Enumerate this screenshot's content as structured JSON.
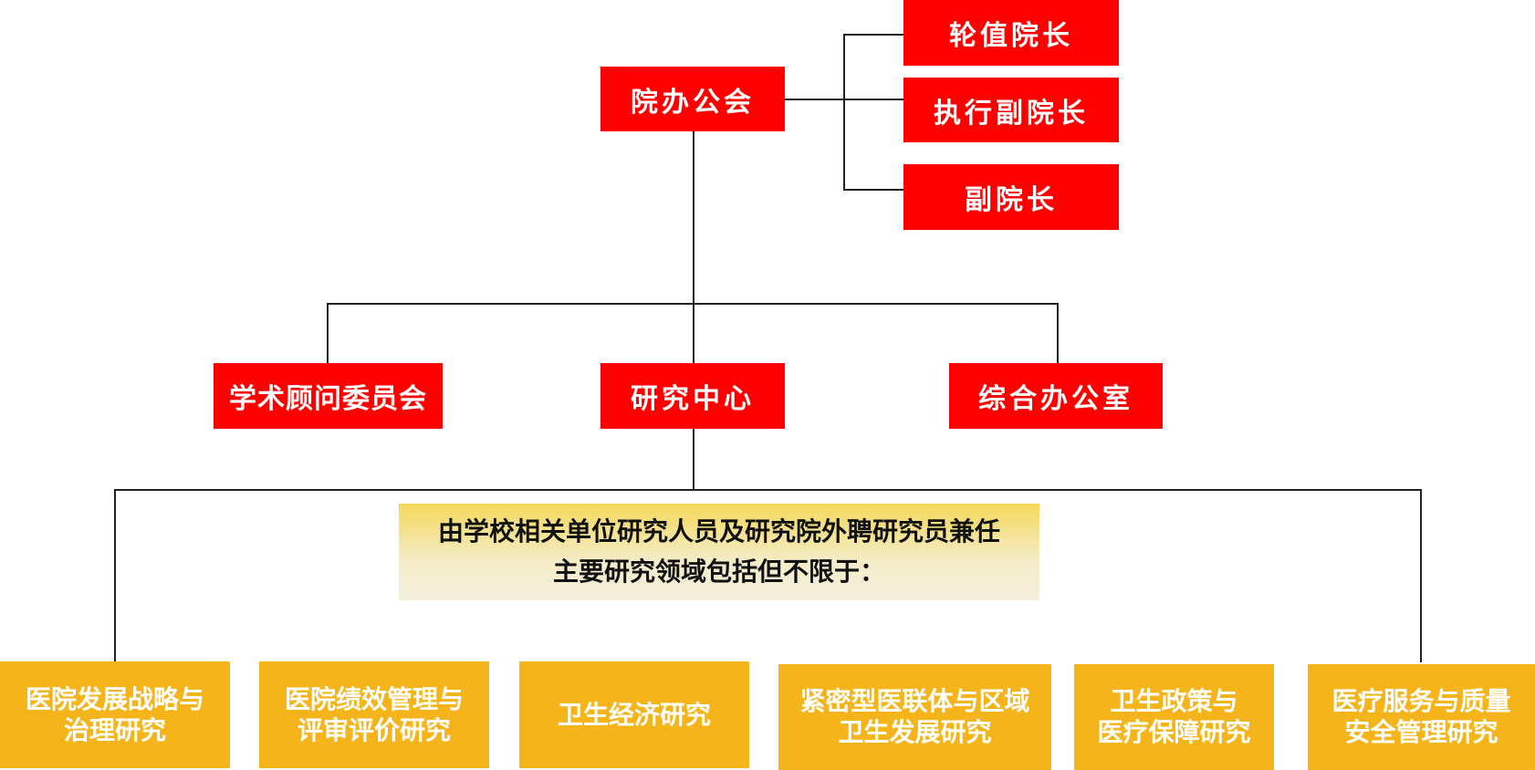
{
  "top": {
    "office_meeting": "院办公会",
    "rotating_president": "轮值院长",
    "executive_vp": "执行副院长",
    "vice_president": "副院长"
  },
  "middle": {
    "academic_committee": "学术顾问委员会",
    "research_center": "研究中心",
    "general_office": "综合办公室"
  },
  "note": {
    "line1": "由学校相关单位研究人员及研究院外聘研究员兼任",
    "line2": "主要研究领域包括但不限于："
  },
  "research_areas": [
    "医院发展战略与\n治理研究",
    "医院绩效管理与\n评审评价研究",
    "卫生经济研究",
    "紧密型医联体与区域\n卫生发展研究",
    "卫生政策与\n医疗保障研究",
    "医疗服务与质量\n安全管理研究"
  ],
  "colors": {
    "red": "#ff0000",
    "gold": "#f5b41a",
    "note_yellow": "#f3d85a",
    "line": "#222222"
  }
}
